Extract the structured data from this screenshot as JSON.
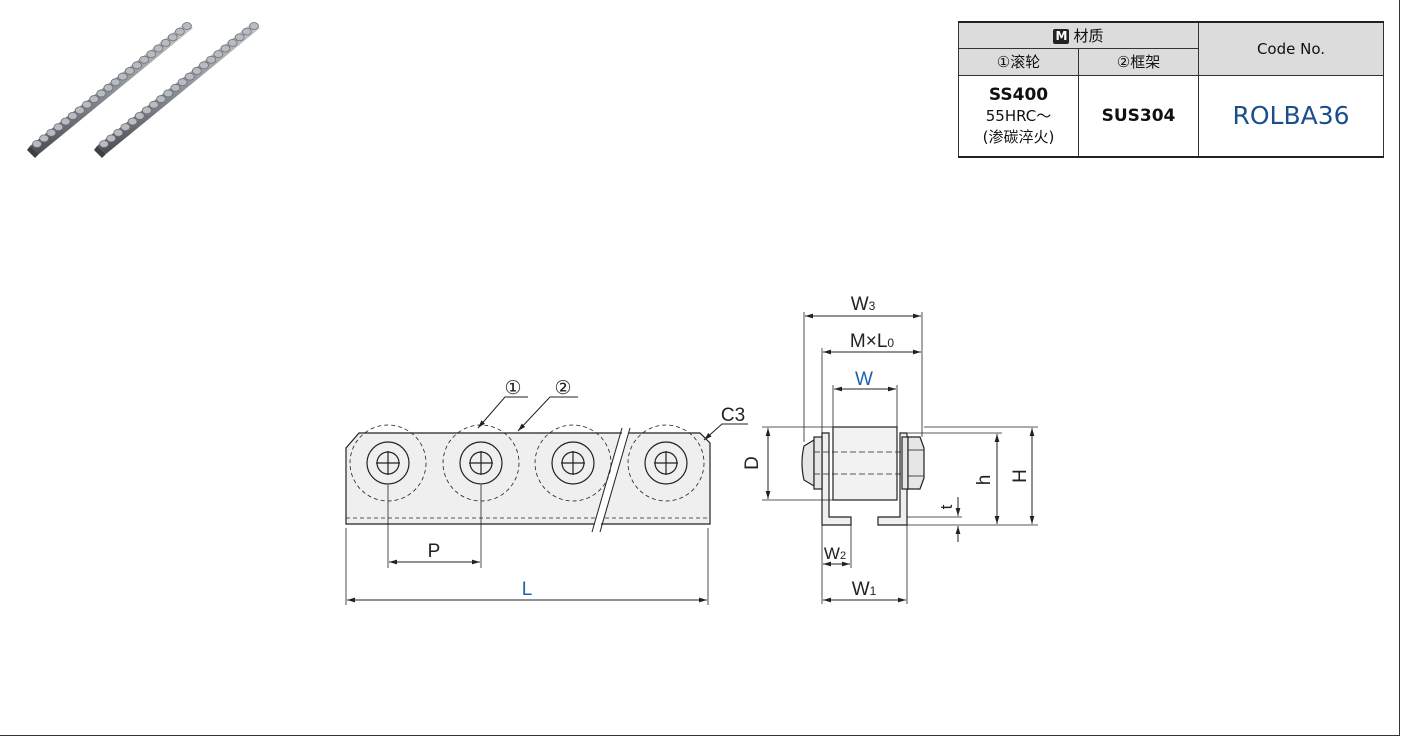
{
  "table": {
    "material_badge": "M",
    "material_header": "材质",
    "roller_header": "①滚轮",
    "frame_header": "②框架",
    "code_header": "Code No.",
    "roller_material": "SS400",
    "roller_hardness": "55HRC～",
    "roller_treatment": "(渗碳淬火)",
    "frame_material": "SUS304",
    "code": "ROLBA36"
  },
  "drawing": {
    "label_roller": "①",
    "label_frame": "②",
    "label_chamfer": "C3",
    "label_pitch": "P",
    "label_length": "L",
    "label_w3_main": "W",
    "label_w3_sub": "3",
    "label_mxl0_main": "M×L",
    "label_mxl0_sub": "0",
    "label_w": "W",
    "label_d": "D",
    "label_h_small": "h",
    "label_h_big": "H",
    "label_t": "t",
    "label_w2_main": "W",
    "label_w2_sub": "2",
    "label_w1_main": "W",
    "label_w1_sub": "1",
    "colors": {
      "accent": "#1b64a8",
      "line": "#222222"
    }
  }
}
